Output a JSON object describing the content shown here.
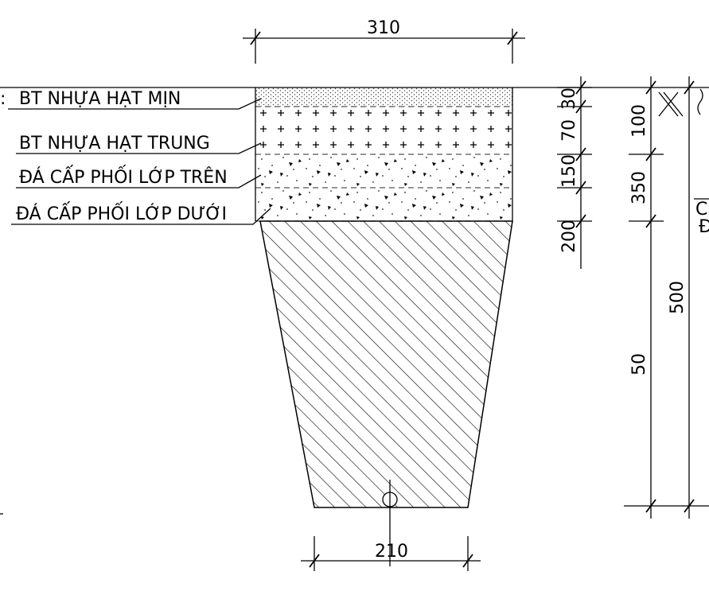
{
  "layers": [
    {
      "label": "BT NHỰA HẠT MỊN",
      "thickness": "30"
    },
    {
      "label": "BT NHỰA HẠT TRUNG",
      "thickness": "70"
    },
    {
      "label": "ĐÁ CẤP PHỐI LỚP TRÊN",
      "thickness": "150"
    },
    {
      "label": "ĐÁ CẤP PHỐI LỚP DƯỚI",
      "thickness": "200"
    }
  ],
  "dimensions": {
    "top_width": "310",
    "bottom_width": "210",
    "right_col_a": "100",
    "right_col_b": "350",
    "right_col_c": "500",
    "right_col_d": "50"
  },
  "edge_fragments": {
    "left_mark": ":",
    "right_letter_c": "C",
    "right_letter_d": "Đ"
  }
}
